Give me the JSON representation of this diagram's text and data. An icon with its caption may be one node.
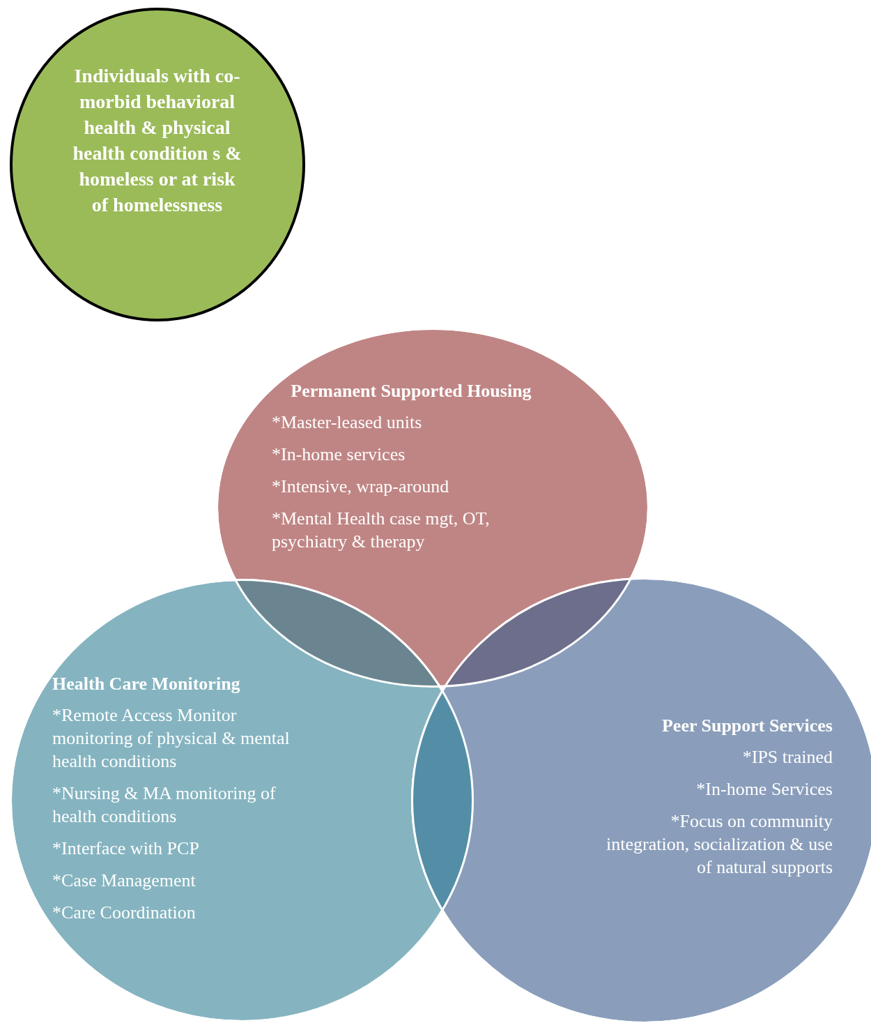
{
  "diagram": {
    "nodes": [
      {
        "text": [
          "Individuals with co-morbid behavioral health & physical health condition s & homeless or at risk of homelessness"
        ]
      },
      {
        "text": [
          "Permanent Supported Housing",
          "*Master-leased units",
          "*In-home services",
          "*Intensive, wrap-around",
          "*Mental Health case mgt, OT, psychiatry & therapy"
        ]
      },
      {
        "text": [
          "Health Care Monitoring",
          "*Remote Access Monitor monitoring of physical & mental health conditions",
          "*Nursing & MA monitoring of health conditions",
          "*Interface with PCP",
          "*Case Management",
          "*Care Coordination"
        ]
      },
      {
        "text": [
          "Peer Support Services",
          "*IPS trained",
          "*In-home Services",
          "*Focus on community integration, socialization & use of natural supports"
        ]
      }
    ]
  }
}
